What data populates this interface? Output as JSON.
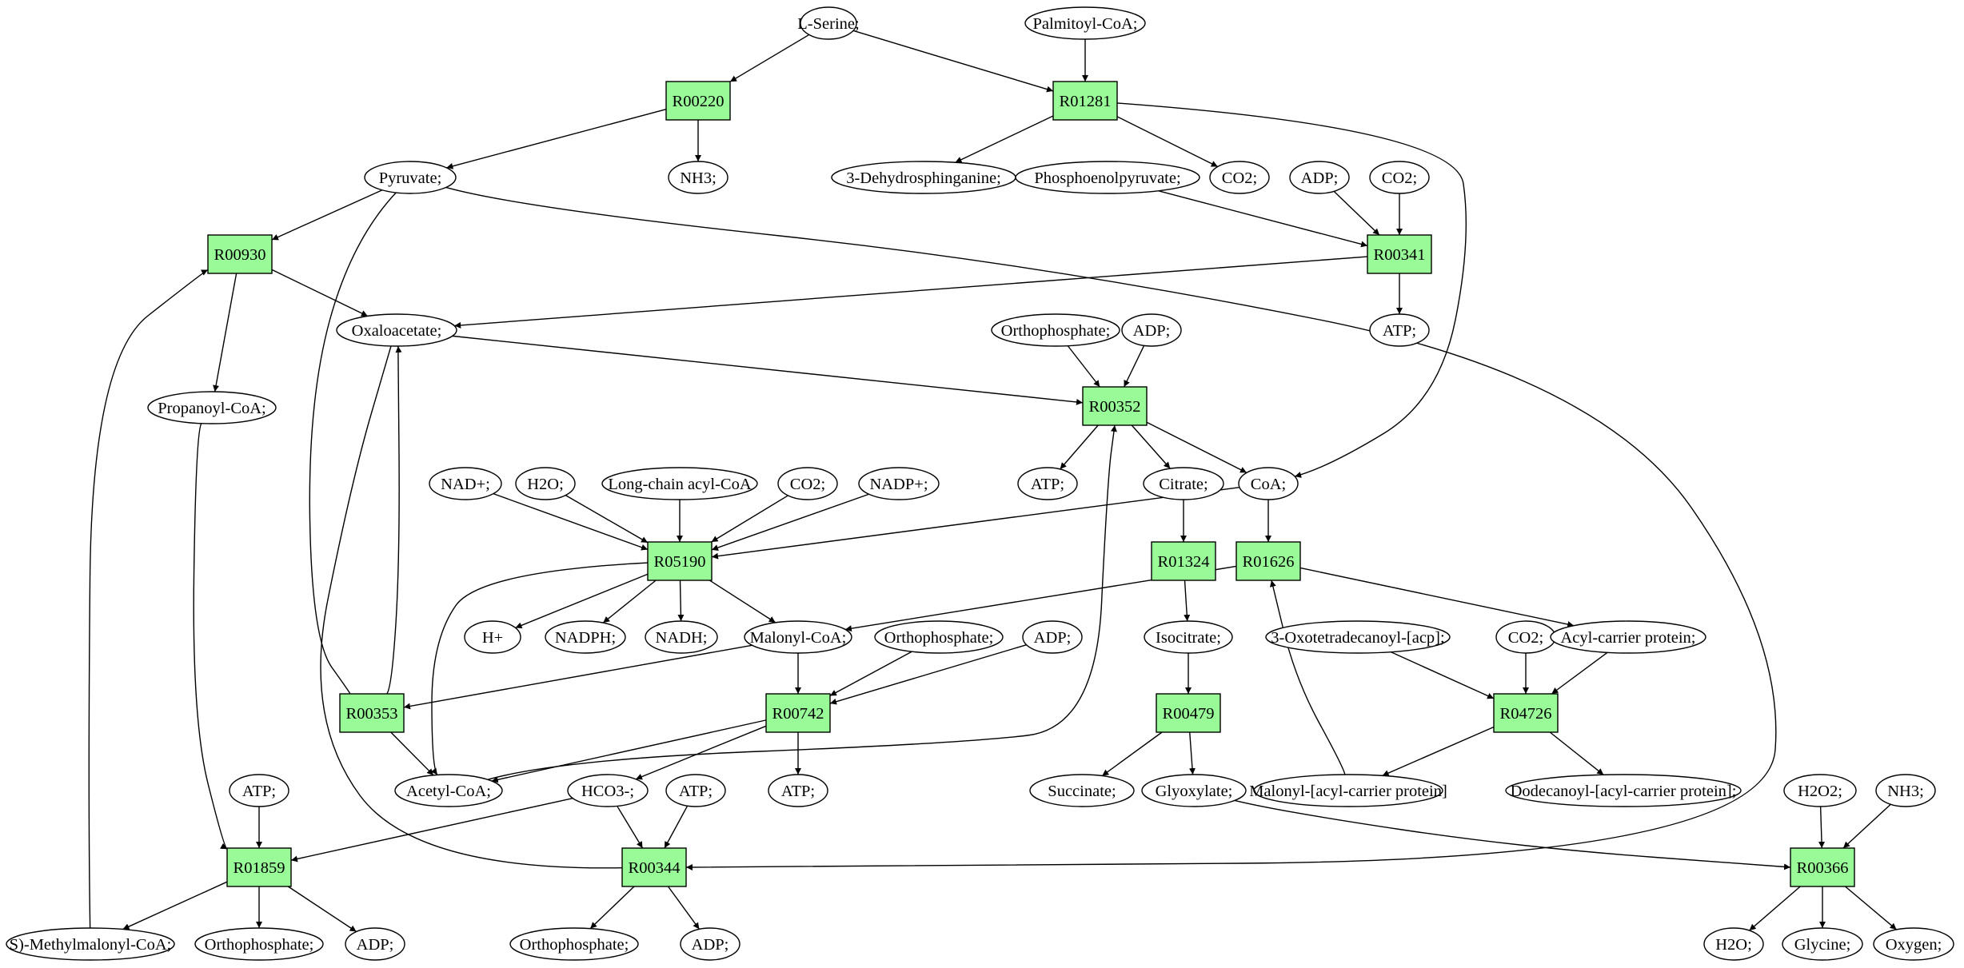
{
  "colors": {
    "reaction": "#98FB98",
    "metabolite": "#FFFFFF",
    "source": "#00EE00",
    "target": "#FFFF00"
  },
  "reactions": [
    {
      "id": "r00220",
      "label": "R00220"
    },
    {
      "id": "r01281",
      "label": "R01281"
    },
    {
      "id": "r00930",
      "label": "R00930"
    },
    {
      "id": "r00341",
      "label": "R00341"
    },
    {
      "id": "r00352",
      "label": "R00352"
    },
    {
      "id": "r05190",
      "label": "R05190"
    },
    {
      "id": "r01324",
      "label": "R01324"
    },
    {
      "id": "r01626",
      "label": "R01626"
    },
    {
      "id": "r00353",
      "label": "R00353"
    },
    {
      "id": "r00742",
      "label": "R00742"
    },
    {
      "id": "r00479",
      "label": "R00479"
    },
    {
      "id": "r04726",
      "label": "R04726"
    },
    {
      "id": "r01859",
      "label": "R01859"
    },
    {
      "id": "r00344",
      "label": "R00344"
    },
    {
      "id": "r00366",
      "label": "R00366"
    }
  ],
  "metabolites": [
    {
      "id": "lserine",
      "label": "L-Serine;",
      "role": "source"
    },
    {
      "id": "palmitoyl",
      "label": "Palmitoyl-CoA;"
    },
    {
      "id": "pyruvate",
      "label": "Pyruvate;"
    },
    {
      "id": "nh3a",
      "label": "NH3;"
    },
    {
      "id": "dehydro",
      "label": "3-Dehydrosphinganine;"
    },
    {
      "id": "pep",
      "label": "Phosphoenolpyruvate;"
    },
    {
      "id": "co2a",
      "label": "CO2;"
    },
    {
      "id": "adp1",
      "label": "ADP;"
    },
    {
      "id": "co2b",
      "label": "CO2;"
    },
    {
      "id": "oxalo",
      "label": "Oxaloacetate;"
    },
    {
      "id": "atp1",
      "label": "ATP;"
    },
    {
      "id": "ortho1",
      "label": "Orthophosphate;"
    },
    {
      "id": "adp2",
      "label": "ADP;"
    },
    {
      "id": "propanoyl",
      "label": "Propanoyl-CoA;"
    },
    {
      "id": "nadp",
      "label": "NAD+;"
    },
    {
      "id": "h2oa",
      "label": "H2O;"
    },
    {
      "id": "lcacyl",
      "label": "Long-chain acyl-CoA"
    },
    {
      "id": "co2c",
      "label": "CO2;"
    },
    {
      "id": "nadpplus",
      "label": "NADP+;"
    },
    {
      "id": "atp2",
      "label": "ATP;"
    },
    {
      "id": "citrate",
      "label": "Citrate;"
    },
    {
      "id": "coa",
      "label": "CoA;"
    },
    {
      "id": "hplus",
      "label": "H+"
    },
    {
      "id": "nadph",
      "label": "NADPH;"
    },
    {
      "id": "nadh",
      "label": "NADH;"
    },
    {
      "id": "malonyl",
      "label": "Malonyl-CoA;"
    },
    {
      "id": "ortho2",
      "label": "Orthophosphate;"
    },
    {
      "id": "adp3",
      "label": "ADP;"
    },
    {
      "id": "isocitrate",
      "label": "Isocitrate;"
    },
    {
      "id": "oxotetra",
      "label": "3-Oxotetradecanoyl-[acp];"
    },
    {
      "id": "co2d",
      "label": "CO2;"
    },
    {
      "id": "acp",
      "label": "Acyl-carrier protein;"
    },
    {
      "id": "acetyl",
      "label": "Acetyl-CoA;"
    },
    {
      "id": "atp3",
      "label": "ATP;"
    },
    {
      "id": "hco3",
      "label": "HCO3-;"
    },
    {
      "id": "atp4",
      "label": "ATP;"
    },
    {
      "id": "atp5",
      "label": "ATP;"
    },
    {
      "id": "succinate",
      "label": "Succinate;"
    },
    {
      "id": "glyoxylate",
      "label": "Glyoxylate;"
    },
    {
      "id": "malacp",
      "label": "Malonyl-[acyl-carrier protein]"
    },
    {
      "id": "dodec",
      "label": "Dodecanoyl-[acyl-carrier protein];"
    },
    {
      "id": "h2o2",
      "label": "H2O2;"
    },
    {
      "id": "nh3b",
      "label": "NH3;"
    },
    {
      "id": "methylmal",
      "label": "S)-Methylmalonyl-CoA;"
    },
    {
      "id": "ortho3",
      "label": "Orthophosphate;"
    },
    {
      "id": "adp4",
      "label": "ADP;"
    },
    {
      "id": "ortho4",
      "label": "Orthophosphate;"
    },
    {
      "id": "adp5",
      "label": "ADP;"
    },
    {
      "id": "h2ob",
      "label": "H2O;"
    },
    {
      "id": "glycine",
      "label": "Glycine;",
      "role": "target"
    },
    {
      "id": "oxygen",
      "label": "Oxygen;"
    }
  ],
  "edges": [
    [
      "lserine",
      "r00220"
    ],
    [
      "lserine",
      "r01281"
    ],
    [
      "palmitoyl",
      "r01281"
    ],
    [
      "r00220",
      "pyruvate"
    ],
    [
      "r00220",
      "nh3a"
    ],
    [
      "r01281",
      "dehydro"
    ],
    [
      "r01281",
      "co2a"
    ],
    [
      "r01281",
      "coa"
    ],
    [
      "pyruvate",
      "r00930"
    ],
    [
      "pyruvate",
      "r00353"
    ],
    [
      "pyruvate",
      "r00344"
    ],
    [
      "pep",
      "r00341"
    ],
    [
      "adp1",
      "r00341"
    ],
    [
      "co2b",
      "r00341"
    ],
    [
      "r00341",
      "oxalo"
    ],
    [
      "r00341",
      "atp1"
    ],
    [
      "r00930",
      "oxalo"
    ],
    [
      "r00930",
      "propanoyl"
    ],
    [
      "oxalo",
      "r00352"
    ],
    [
      "ortho1",
      "r00352"
    ],
    [
      "adp2",
      "r00352"
    ],
    [
      "r00352",
      "atp2"
    ],
    [
      "r00352",
      "citrate"
    ],
    [
      "r00352",
      "coa"
    ],
    [
      "propanoyl",
      "r01859"
    ],
    [
      "nadp",
      "r05190"
    ],
    [
      "h2oa",
      "r05190"
    ],
    [
      "lcacyl",
      "r05190"
    ],
    [
      "co2c",
      "r05190"
    ],
    [
      "nadpplus",
      "r05190"
    ],
    [
      "coa",
      "r05190"
    ],
    [
      "r05190",
      "hplus"
    ],
    [
      "r05190",
      "nadph"
    ],
    [
      "r05190",
      "nadh"
    ],
    [
      "r05190",
      "malonyl"
    ],
    [
      "r05190",
      "acetyl"
    ],
    [
      "citrate",
      "r01324"
    ],
    [
      "r01324",
      "isocitrate"
    ],
    [
      "coa",
      "r01626"
    ],
    [
      "r01626",
      "malonyl"
    ],
    [
      "r01626",
      "acp"
    ],
    [
      "malonyl",
      "r00353"
    ],
    [
      "malonyl",
      "r00742"
    ],
    [
      "ortho2",
      "r00742"
    ],
    [
      "adp3",
      "r00742"
    ],
    [
      "r00353",
      "oxalo"
    ],
    [
      "r00353",
      "acetyl"
    ],
    [
      "r00742",
      "acetyl"
    ],
    [
      "r00742",
      "hco3"
    ],
    [
      "r00742",
      "atp3"
    ],
    [
      "acetyl",
      "r00352"
    ],
    [
      "isocitrate",
      "r00479"
    ],
    [
      "r00479",
      "succinate"
    ],
    [
      "r00479",
      "glyoxylate"
    ],
    [
      "oxotetra",
      "r04726"
    ],
    [
      "co2d",
      "r04726"
    ],
    [
      "acp",
      "r04726"
    ],
    [
      "r04726",
      "malacp"
    ],
    [
      "r04726",
      "dodec"
    ],
    [
      "malacp",
      "r01626"
    ],
    [
      "atp5",
      "r01859"
    ],
    [
      "hco3",
      "r01859"
    ],
    [
      "r01859",
      "methylmal"
    ],
    [
      "r01859",
      "ortho3"
    ],
    [
      "r01859",
      "adp4"
    ],
    [
      "methylmal",
      "r00930"
    ],
    [
      "hco3",
      "r00344"
    ],
    [
      "atp4",
      "r00344"
    ],
    [
      "r00344",
      "oxalo"
    ],
    [
      "r00344",
      "ortho4"
    ],
    [
      "r00344",
      "adp5"
    ],
    [
      "glyoxylate",
      "r00366"
    ],
    [
      "h2o2",
      "r00366"
    ],
    [
      "nh3b",
      "r00366"
    ],
    [
      "r00366",
      "h2ob"
    ],
    [
      "r00366",
      "glycine"
    ],
    [
      "r00366",
      "oxygen"
    ]
  ]
}
